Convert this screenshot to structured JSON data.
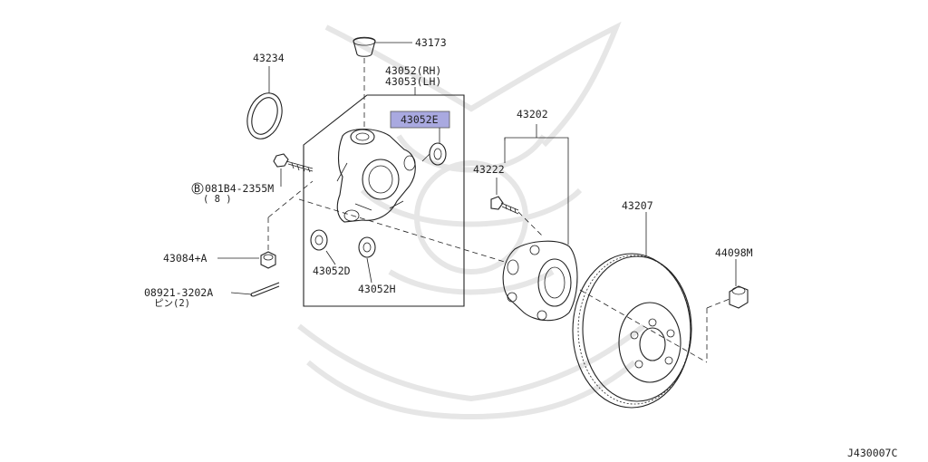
{
  "diagram": {
    "code": "J430007C",
    "parts": {
      "p43173": "43173",
      "p43234": "43234",
      "p43052_rh": "43052(RH)",
      "p43053_lh": "43053(LH)",
      "p43052e": "43052E",
      "p43202": "43202",
      "p43222": "43222",
      "p43207": "43207",
      "p44098m": "44098M",
      "bolt_code": "081B4-2355M",
      "bolt_qty": "( 8 )",
      "bolt_prefix": "B",
      "p43084a": "43084+A",
      "p43052d": "43052D",
      "p43052h": "43052H",
      "p08921": "08921-3202A",
      "pin_note": "ピン(2)"
    },
    "highlight_color": "#a9a9e0"
  }
}
